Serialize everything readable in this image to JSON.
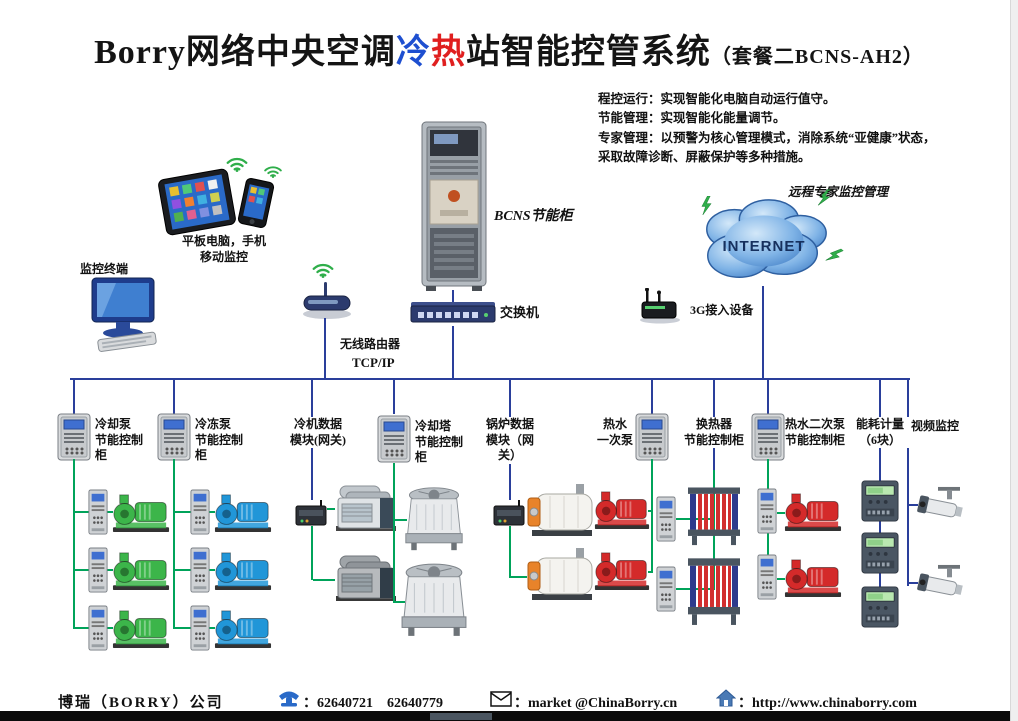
{
  "title": {
    "part1": "Borry网络中央空调",
    "cold": "冷",
    "hot": "热",
    "part2": "站智能控管系统",
    "suffix": "（套餐二BCNS-AH2）"
  },
  "intro": {
    "line1": "程控运行：实现智能化电脑自动运行值守。",
    "line2": "节能管理：实现智能化能量调节。",
    "line3": "专家管理：以预警为核心管理模式，消除系统“亚健康”状态，采取故障诊断、屏蔽保护等多种措施。"
  },
  "devices": {
    "mobile": "平板电脑，手机\n移动监控",
    "terminal": "监控终端",
    "router": "无线路由器",
    "tcpip": "TCP/IP",
    "rack": "BCNS节能柜",
    "switch": "交换机",
    "internet": "INTERNET",
    "g3": "3G接入设备",
    "remote": "远程专家监控管理"
  },
  "columns": [
    {
      "label": "冷却泵\n节能控制柜",
      "equipment": "green-pump",
      "count": 3
    },
    {
      "label": "冷冻泵\n节能控制柜",
      "equipment": "blue-pump",
      "count": 3
    },
    {
      "label": "冷机数据\n模块(网关)",
      "equipment": "chiller",
      "count": 2
    },
    {
      "label": "冷却塔\n节能控制柜",
      "equipment": "cooling-tower",
      "count": 2
    },
    {
      "label": "锅炉数据\n模块（网关）",
      "equipment": "boiler",
      "count": 2
    },
    {
      "label": "热水\n一次泵",
      "equipment": "red-pump",
      "count": 2
    },
    {
      "label": "换热器\n节能控制柜",
      "equipment": "plate-heat-exchanger",
      "count": 2
    },
    {
      "label": "热水二次泵\n节能控制柜",
      "equipment": "red-pump",
      "count": 2
    },
    {
      "label": "能耗计量\n（6块）",
      "equipment": "energy-meter",
      "count": 3
    },
    {
      "label": "视频监控",
      "equipment": "camera",
      "count": 2
    }
  ],
  "footer": {
    "company": "博瑞（BORRY）公司",
    "phone": "：62640721    62640779",
    "email": "：market @ChinaBorry.cn",
    "web": "：http://www.chinaborry.com"
  },
  "colors": {
    "cold": "#1e4fd0",
    "hot": "#e01f1f",
    "bus_line": "#2a3f9b",
    "equipment_line": "#00a35a",
    "cloud_blue": "#4a86cf",
    "green_pump": "#3cb54a",
    "blue_pump": "#2196d8",
    "red_pump": "#d42a2a"
  },
  "icons": {
    "wifi": "green-signal-arcs",
    "lightning": "green-bolt",
    "phone": "telephone-handset",
    "mail": "envelope",
    "home": "house"
  }
}
